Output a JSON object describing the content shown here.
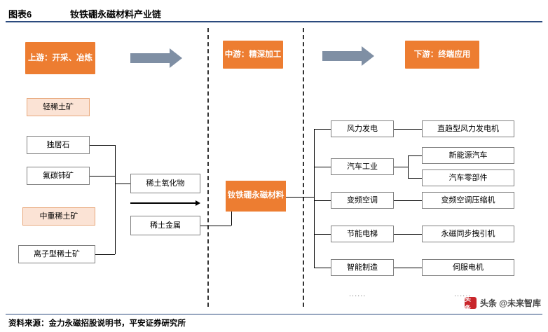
{
  "title": {
    "label": "图表6",
    "text": "钕铁硼永磁材料产业链"
  },
  "footer": {
    "text": "资料来源：金力永磁招股说明书，平安证券研究所"
  },
  "watermark": {
    "badge": "头条",
    "text": "头条 @未来智库"
  },
  "headers": [
    {
      "name": "upstream",
      "text": "上游：开采、冶炼"
    },
    {
      "name": "midstream",
      "text": "中游：精深加工"
    },
    {
      "name": "downstream",
      "text": "下游：终端应用"
    }
  ],
  "upstream": {
    "ores": [
      {
        "name": "light-rare-earth-ore",
        "text": "轻稀土矿"
      },
      {
        "name": "monazite",
        "text": "独居石"
      },
      {
        "name": "bastnaesite",
        "text": "氟碳铈矿"
      },
      {
        "name": "medium-heavy-rare-earth-ore",
        "text": "中重稀土矿"
      },
      {
        "name": "ion-adsorption-rare-earth-ore",
        "text": "离子型稀土矿"
      }
    ],
    "products": [
      {
        "name": "rare-earth-oxide",
        "text": "稀土氧化物"
      },
      {
        "name": "rare-earth-metal",
        "text": "稀土金属"
      }
    ]
  },
  "midstream": {
    "core": "钕铁硼永磁材料"
  },
  "downstream": {
    "applications": [
      {
        "name": "wind-power",
        "text": "风力发电",
        "products": [
          "直趋型风力发电机"
        ]
      },
      {
        "name": "automobile-industry",
        "text": "汽车工业",
        "products": [
          "新能源汽车",
          "汽车零部件"
        ]
      },
      {
        "name": "inverter-air-conditioner",
        "text": "变频空调",
        "products": [
          "变频空调压缩机"
        ]
      },
      {
        "name": "energy-saving-elevator",
        "text": "节能电梯",
        "products": [
          "永磁同步拽引机"
        ]
      },
      {
        "name": "intelligent-manufacturing",
        "text": "智能制造",
        "products": [
          "伺服电机"
        ]
      }
    ],
    "ellipsis": "......"
  },
  "colors": {
    "accent_orange": "#ED7D31",
    "peach": "#FBE3D5",
    "arrow_grey": "#7F8FA4",
    "rule_blue": "#2B4A7E"
  }
}
